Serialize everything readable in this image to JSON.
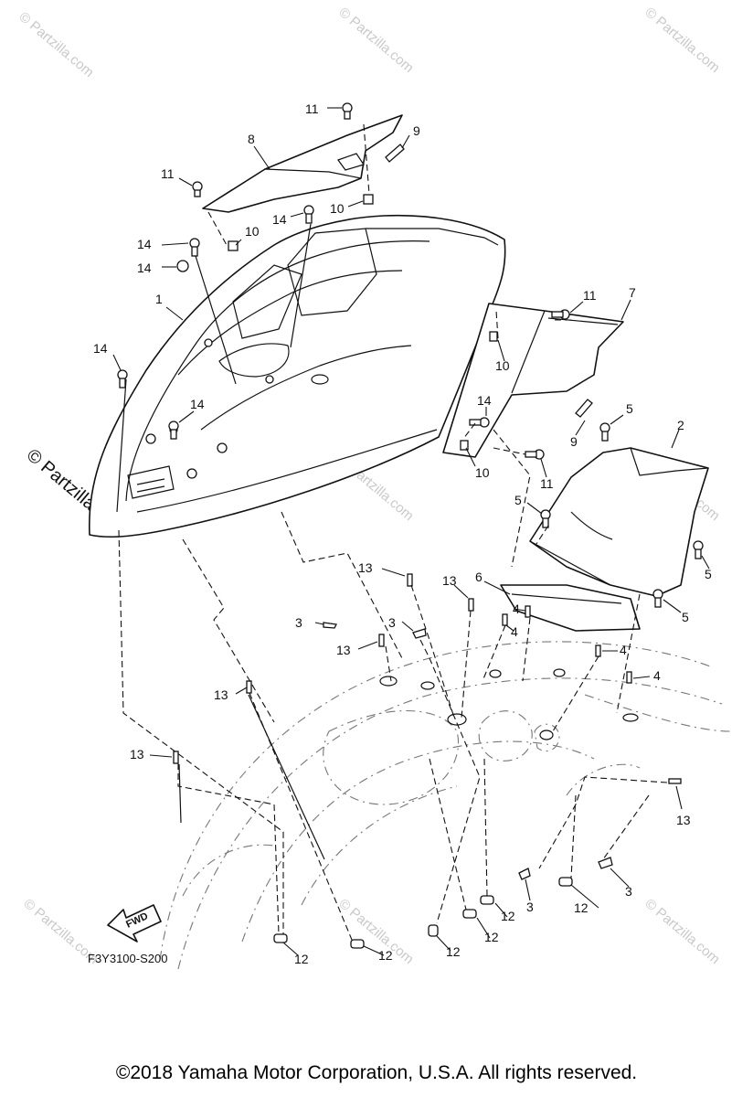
{
  "diagram": {
    "part_code": "F3Y3100-S200",
    "fwd_label": "FWD",
    "copyright": "©2018  Yamaha Motor Corporation, U.S.A. All rights reserved.",
    "watermark_small": "© Partzilla.com",
    "watermark_large": "© Partzilla.com",
    "callouts": [
      {
        "id": "c11a",
        "label": "11"
      },
      {
        "id": "c8",
        "label": "8"
      },
      {
        "id": "c9a",
        "label": "9"
      },
      {
        "id": "c11b",
        "label": "11"
      },
      {
        "id": "c10a",
        "label": "10"
      },
      {
        "id": "c14a",
        "label": "14"
      },
      {
        "id": "c10b",
        "label": "10"
      },
      {
        "id": "c14b",
        "label": "14"
      },
      {
        "id": "c14c",
        "label": "14"
      },
      {
        "id": "c1",
        "label": "1"
      },
      {
        "id": "c11c",
        "label": "11"
      },
      {
        "id": "c7",
        "label": "7"
      },
      {
        "id": "c10c",
        "label": "10"
      },
      {
        "id": "c14d",
        "label": "14"
      },
      {
        "id": "c14e",
        "label": "14"
      },
      {
        "id": "c14f",
        "label": "14"
      },
      {
        "id": "c5a",
        "label": "5"
      },
      {
        "id": "c9b",
        "label": "9"
      },
      {
        "id": "c2",
        "label": "2"
      },
      {
        "id": "c10d",
        "label": "10"
      },
      {
        "id": "c11d",
        "label": "11"
      },
      {
        "id": "c5b",
        "label": "5"
      },
      {
        "id": "c5c",
        "label": "5"
      },
      {
        "id": "c5d",
        "label": "5"
      },
      {
        "id": "c13a",
        "label": "13"
      },
      {
        "id": "c13b",
        "label": "13"
      },
      {
        "id": "c6",
        "label": "6"
      },
      {
        "id": "c4a",
        "label": "4"
      },
      {
        "id": "c4b",
        "label": "4"
      },
      {
        "id": "c3a",
        "label": "3"
      },
      {
        "id": "c3b",
        "label": "3"
      },
      {
        "id": "c13c",
        "label": "13"
      },
      {
        "id": "c4c",
        "label": "4"
      },
      {
        "id": "c4d",
        "label": "4"
      },
      {
        "id": "c13d",
        "label": "13"
      },
      {
        "id": "c13e",
        "label": "13"
      },
      {
        "id": "c13f",
        "label": "13"
      },
      {
        "id": "c3c",
        "label": "3"
      },
      {
        "id": "c3d",
        "label": "3"
      },
      {
        "id": "c12a",
        "label": "12"
      },
      {
        "id": "c12b",
        "label": "12"
      },
      {
        "id": "c12c",
        "label": "12"
      },
      {
        "id": "c12d",
        "label": "12"
      },
      {
        "id": "c12e",
        "label": "12"
      },
      {
        "id": "c12f",
        "label": "12"
      }
    ]
  }
}
